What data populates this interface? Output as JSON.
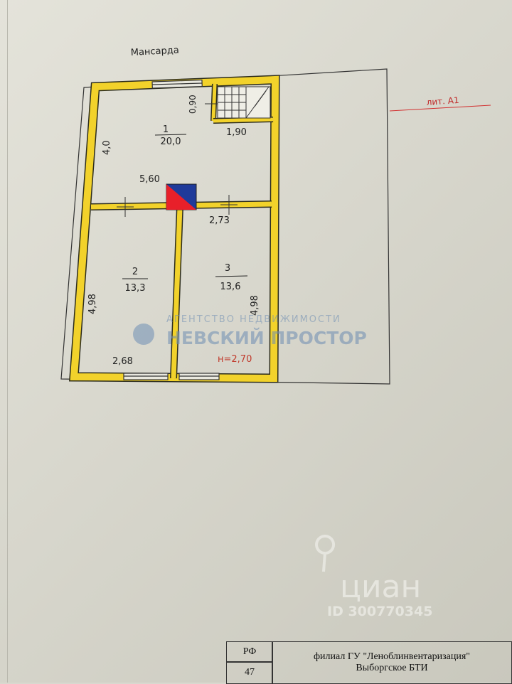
{
  "plan": {
    "title": "Мансарда",
    "room1": {
      "number": "1",
      "area": "20,0"
    },
    "room2": {
      "number": "2",
      "area": "13,3"
    },
    "room3": {
      "number": "3",
      "area": "13,6"
    },
    "dimensions": {
      "left_upper": "4,0",
      "width_upper": "5,60",
      "stair_width": "1,90",
      "stair_depth": "0,90",
      "partition": "2,73",
      "left_lower": "4,98",
      "right_lower": "4,98",
      "bottom": "2,68"
    },
    "height": "н=2,70",
    "red_annotation": "лит. А1",
    "colors": {
      "wall": "#f2d22b",
      "chimney_red": "#e8202a",
      "chimney_blue": "#1f3a9a"
    }
  },
  "watermarks": {
    "agency_line1": "АГЕНТСТВО НЕДВИЖИМОСТИ",
    "agency_line2": "НЕВСКИЙ ПРОСТОР",
    "cian_logo": "циан",
    "listing_id": "ID 300770345"
  },
  "stamp": {
    "col1_row1": "РФ",
    "col1_row2": "47",
    "line1": "филиал ГУ \"Леноблинвентаризация\"",
    "line2": "Выборгское БТИ"
  }
}
